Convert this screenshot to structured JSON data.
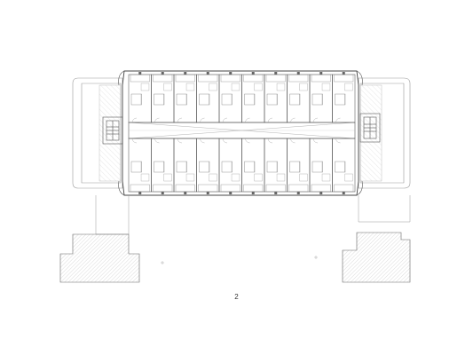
{
  "figure": {
    "floor_label": "2"
  },
  "colors": {
    "background": "#ffffff",
    "line": "#555555",
    "light_line": "#9a9a9a",
    "hatch": "#b5b5b5"
  },
  "plan": {
    "units_per_side": 10,
    "sides": [
      "north-wing",
      "south-wing"
    ],
    "cores": [
      "west-stair-core",
      "east-stair-core"
    ]
  }
}
